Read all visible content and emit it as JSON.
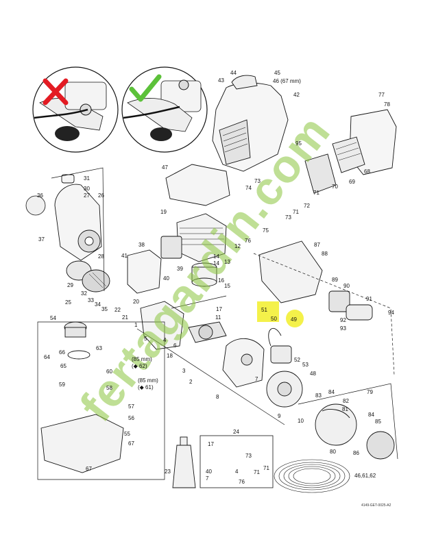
{
  "labels": {
    "l1": "1",
    "l2": "2",
    "l3": "3",
    "l4": "4",
    "l5": "5",
    "l6": "6",
    "l7": "7",
    "l8": "8",
    "l9": "9",
    "l10": "10",
    "l11": "11",
    "l12": "12",
    "l13": "13",
    "l14a": "14",
    "l14b": "14",
    "l15": "15",
    "l16": "16",
    "l17": "17",
    "l18": "18",
    "l19": "19",
    "l20": "20",
    "l21": "21",
    "l22": "22",
    "l23": "23",
    "l24": "24",
    "l25": "25",
    "l26": "26",
    "l27": "27",
    "l28": "28",
    "l29": "29",
    "l30": "30",
    "l31": "31",
    "l32": "32",
    "l33": "33",
    "l34": "34",
    "l35": "35",
    "l36": "36",
    "l37": "37",
    "l38": "38",
    "l39": "39",
    "l40": "40",
    "l41": "41",
    "l42": "42",
    "l43": "43",
    "l44": "44",
    "l45": "45",
    "l46": "46 (67 mm)",
    "l47": "47",
    "l48": "48",
    "l49": "49",
    "l50": "50",
    "l51": "51",
    "l52": "52",
    "l53": "53",
    "l54": "54",
    "l55": "55",
    "l56": "56",
    "l57": "57",
    "l58": "58",
    "l59": "59",
    "l60": "60",
    "l61": "(85 mm)",
    "l61b": "(◆ 61)",
    "l62": "(85 mm)",
    "l62b": "(◆ 62)",
    "l63": "63",
    "l64": "64",
    "l65": "65",
    "l66": "66",
    "l67a": "67",
    "l67b": "67",
    "l68": "68",
    "l69": "69",
    "l70": "70",
    "l71a": "71",
    "l71b": "71",
    "l71c": "71",
    "l72": "72",
    "l73a": "73",
    "l73b": "73",
    "l74": "74",
    "l75": "75",
    "l76a": "76",
    "l76b": "76",
    "l77": "77",
    "l78": "78",
    "l79": "79",
    "l80": "80",
    "l81": "81",
    "l82": "82",
    "l83": "83",
    "l84a": "84",
    "l84b": "84",
    "l85": "85",
    "l86": "86",
    "l87": "87",
    "l88": "88",
    "l89": "89",
    "l90": "90",
    "l91": "91",
    "l92": "92",
    "l93": "93",
    "l94": "94",
    "l95": "95",
    "l4b": "4",
    "l7b": "7",
    "l17b": "17",
    "l46b": "46,61,62"
  },
  "doc_code": "4149-GET-0025-A2",
  "watermark": "fertagardin.com",
  "colors": {
    "line": "#111111",
    "wm_green": "#8cc63f",
    "wm_gray": "#b7ab9a",
    "highlight": "#f2ee2a",
    "cross": "#e31b23",
    "check": "#5cc13a"
  }
}
